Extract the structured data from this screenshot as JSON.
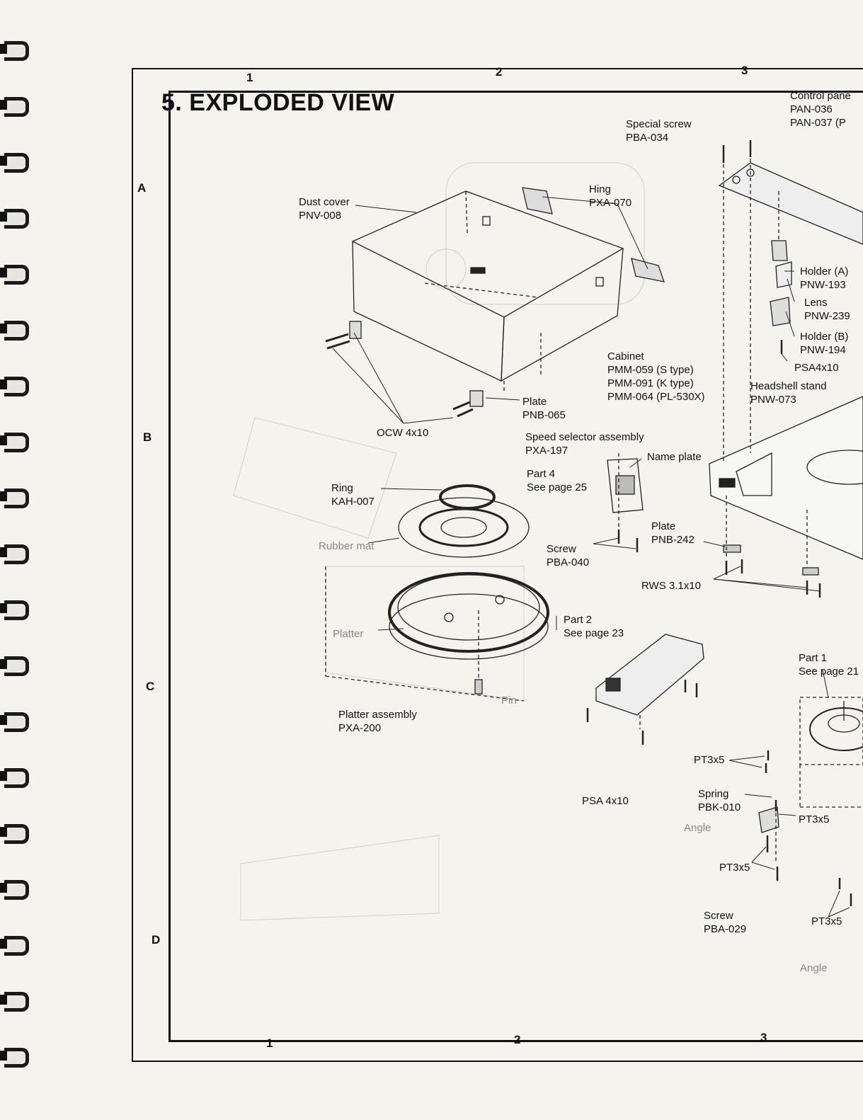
{
  "title": "5. EXPLODED VIEW",
  "grid": {
    "columns_top": [
      "1",
      "2",
      "3"
    ],
    "columns_bottom": [
      "1",
      "2",
      "3"
    ],
    "rows": [
      "A",
      "B",
      "C",
      "D"
    ]
  },
  "labels": {
    "special_screw": [
      "Special screw",
      "PBA-034"
    ],
    "control_panel": [
      "Control pane",
      "PAN-036",
      "PAN-037 (P"
    ],
    "dust_cover": [
      "Dust cover",
      "PNV-008"
    ],
    "hinge": [
      "Hing",
      "PXA-070"
    ],
    "holder_a": [
      "Holder (A)",
      "PNW-193"
    ],
    "lens": [
      "Lens",
      "PNW-239"
    ],
    "holder_b": [
      "Holder (B)",
      "PNW-194"
    ],
    "psa_4x10_top": [
      "PSA4x10"
    ],
    "cabinet": [
      "Cabinet",
      "PMM-059 (S type)",
      "PMM-091 (K type)",
      "PMM-064 (PL-530X)"
    ],
    "headshell_stand": [
      "Headshell stand",
      "PNW-073"
    ],
    "plate_065": [
      "Plate",
      "PNB-065"
    ],
    "ocw": [
      "OCW 4x10"
    ],
    "speed_selector": [
      "Speed selector assembly",
      "PXA-197"
    ],
    "name_plate": [
      "Name plate"
    ],
    "part4": [
      "Part 4",
      "See page 25"
    ],
    "ring": [
      "Ring",
      "KAH-007"
    ],
    "rubber_mat": [
      "Rubber mat"
    ],
    "plate_242": [
      "Plate",
      "PNB-242"
    ],
    "screw_040": [
      "Screw",
      "PBA-040"
    ],
    "rws": [
      "RWS 3.1x10"
    ],
    "part2": [
      "Part 2",
      "See page 23"
    ],
    "platter": [
      "Platter"
    ],
    "part1": [
      "Part 1",
      "See page 21"
    ],
    "pin": [
      "Pin"
    ],
    "platter_assembly": [
      "Platter assembly",
      "PXA-200"
    ],
    "pt3x5_a": [
      "PT3x5"
    ],
    "spring": [
      "Spring",
      "PBK-010"
    ],
    "angle_a": [
      "Angle"
    ],
    "pt3x5_b": [
      "PT3x5"
    ],
    "psa_4x10_bottom": [
      "PSA 4x10"
    ],
    "pt3x5_c": [
      "PT3x5"
    ],
    "screw_029": [
      "Screw",
      "PBA-029"
    ],
    "pt3x5_d": [
      "PT3x5"
    ],
    "angle_b": [
      "Angle"
    ]
  }
}
